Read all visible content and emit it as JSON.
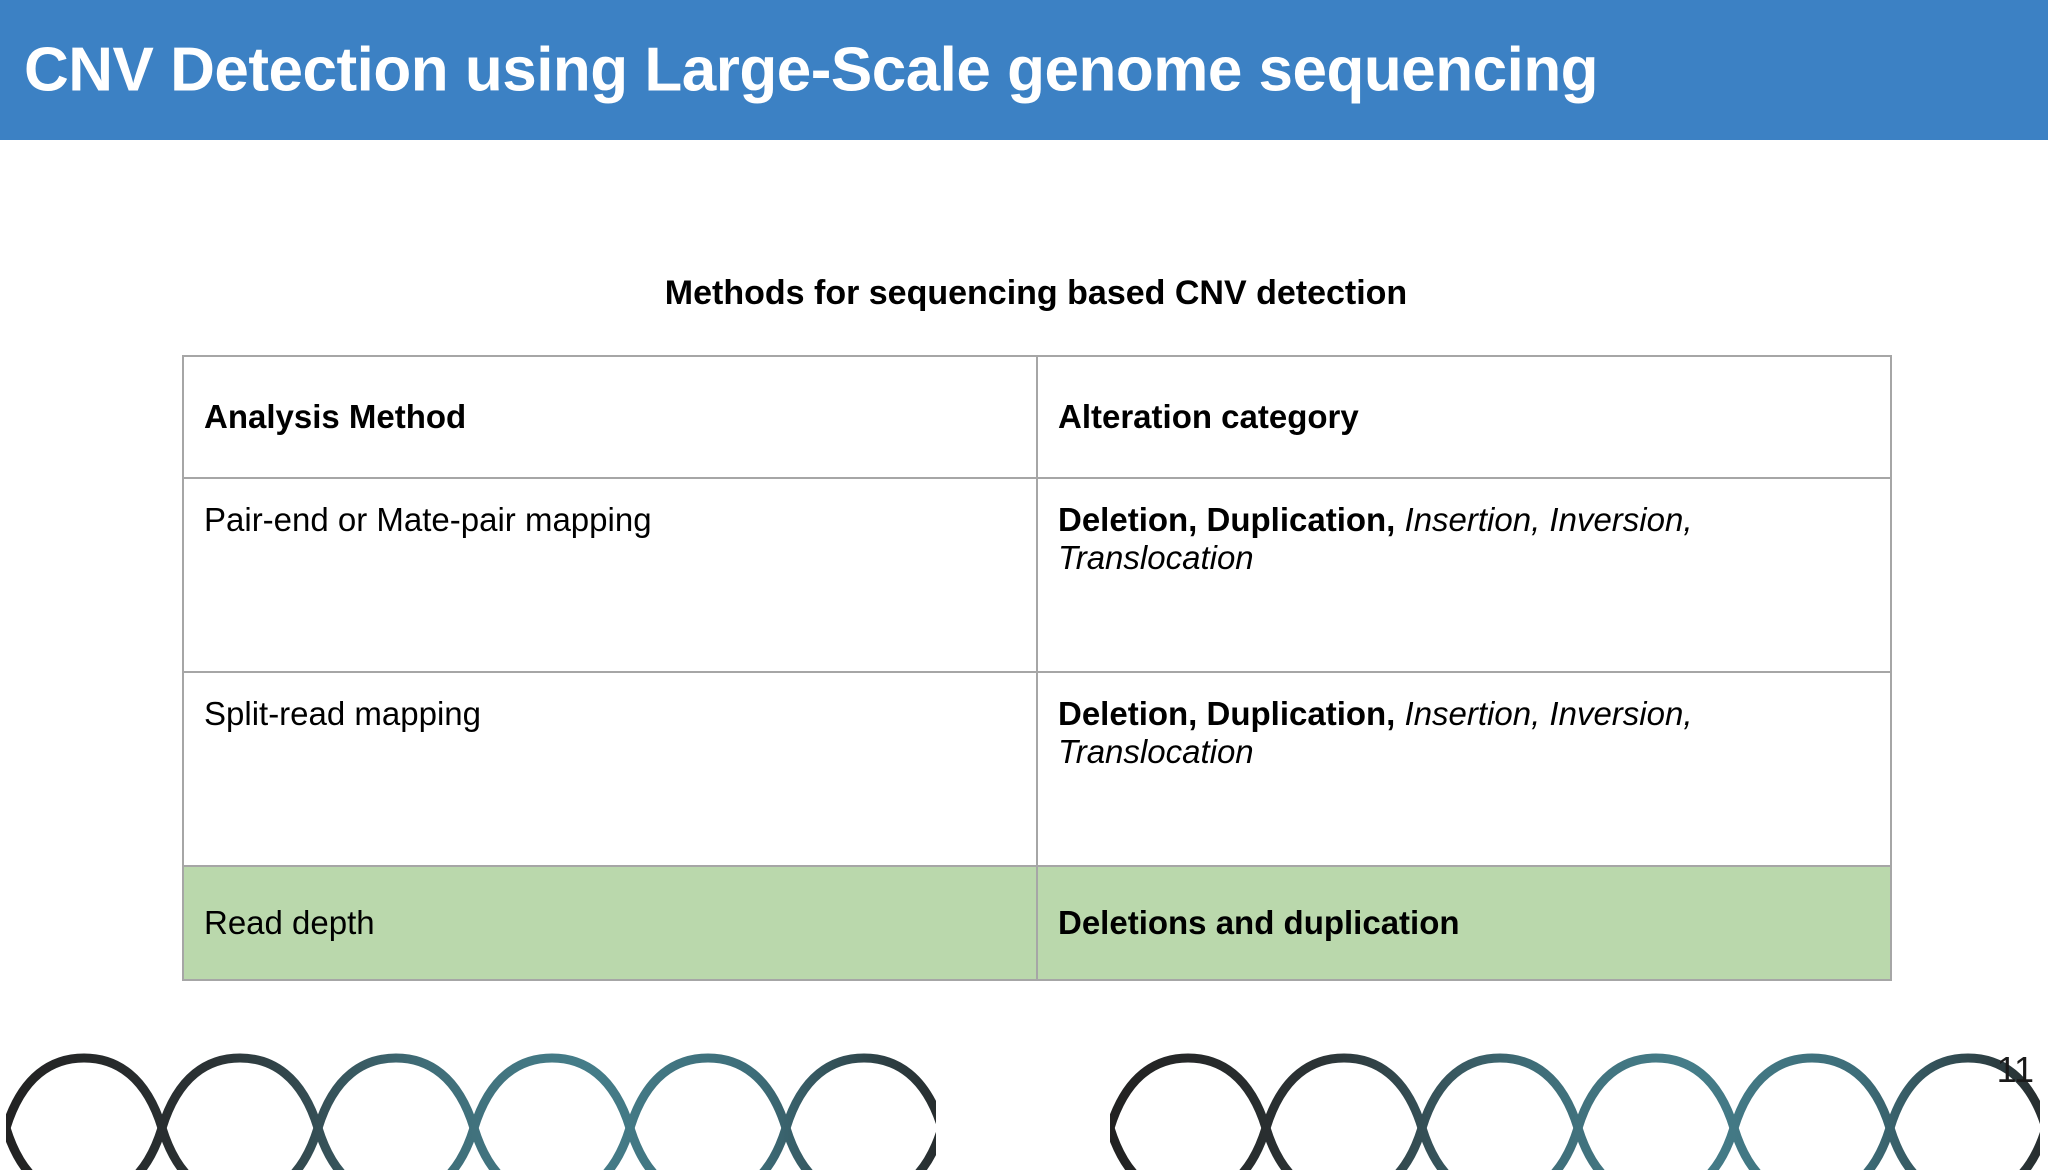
{
  "slide": {
    "title": "CNV Detection using Large-Scale genome sequencing",
    "page_number": "11",
    "colors": {
      "title_bar": "#3C81C4",
      "title_text": "#FFFFFF",
      "highlight_row": "#BAD8AC",
      "table_border": "#A6A6A6",
      "body_text": "#000000",
      "background": "#FFFFFF"
    }
  },
  "table": {
    "caption": "Methods for sequencing based CNV detection",
    "headers": [
      "Analysis Method",
      "Alteration category"
    ],
    "rows": [
      {
        "method": "Pair-end or Mate-pair mapping",
        "category_bold": "Deletion, Duplication,",
        "category_italic": " Insertion, Inversion, Translocation",
        "highlighted": false
      },
      {
        "method": "Split-read mapping",
        "category_bold": "Deletion, Duplication,",
        "category_italic": " Insertion, Inversion, Translocation",
        "highlighted": false
      },
      {
        "method": "Read depth",
        "category_bold": "Deletions and duplication",
        "category_italic": "",
        "highlighted": true
      }
    ]
  },
  "decorations": {
    "dna_left": "dna-double-helix-icon",
    "dna_right": "dna-double-helix-icon"
  }
}
